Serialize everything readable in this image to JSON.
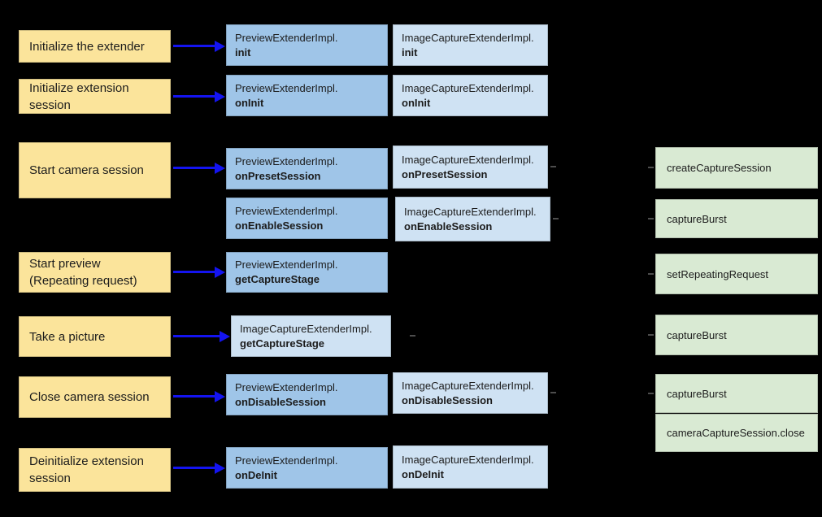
{
  "colors": {
    "background": "#000000",
    "action_box": "#FBE49B",
    "preview_box": "#9FC5E8",
    "image_capture_box": "#CFE2F3",
    "camera2_box": "#D9EAD3",
    "arrow": "#1414F0"
  },
  "actions": [
    "Initialize the extender",
    "Initialize extension\nsession",
    "Start camera session",
    "Start preview\n(Repeating request)",
    "Take a picture",
    "Close camera session",
    "Deinitialize extension\nsession"
  ],
  "preview": [
    {
      "cls": "PreviewExtenderImpl.",
      "method": "init"
    },
    {
      "cls": "PreviewExtenderImpl.",
      "method": "onInit"
    },
    {
      "cls": "PreviewExtenderImpl.",
      "method": "onPresetSession"
    },
    {
      "cls": "PreviewExtenderImpl.",
      "method": "onEnableSession"
    },
    {
      "cls": "PreviewExtenderImpl.",
      "method": "getCaptureStage"
    },
    {
      "cls": "PreviewExtenderImpl.",
      "method": "onDisableSession"
    },
    {
      "cls": "PreviewExtenderImpl.",
      "method": "onDeInit"
    }
  ],
  "image_capture": [
    {
      "cls": "ImageCaptureExtenderImpl.",
      "method": "init"
    },
    {
      "cls": "ImageCaptureExtenderImpl.",
      "method": "onInit"
    },
    {
      "cls": "ImageCaptureExtenderImpl.",
      "method": "onPresetSession"
    },
    {
      "cls": "ImageCaptureExtenderImpl.",
      "method": "onEnableSession"
    },
    {
      "cls": "ImageCaptureExtenderImpl.",
      "method": "getCaptureStage"
    },
    {
      "cls": "ImageCaptureExtenderImpl.",
      "method": "onDisableSession"
    },
    {
      "cls": "ImageCaptureExtenderImpl.",
      "method": "onDeInit"
    }
  ],
  "camera2": [
    "createCaptureSession",
    "captureBurst",
    "setRepeatingRequest",
    "captureBurst",
    "captureBurst",
    "cameraCaptureSession.close"
  ]
}
